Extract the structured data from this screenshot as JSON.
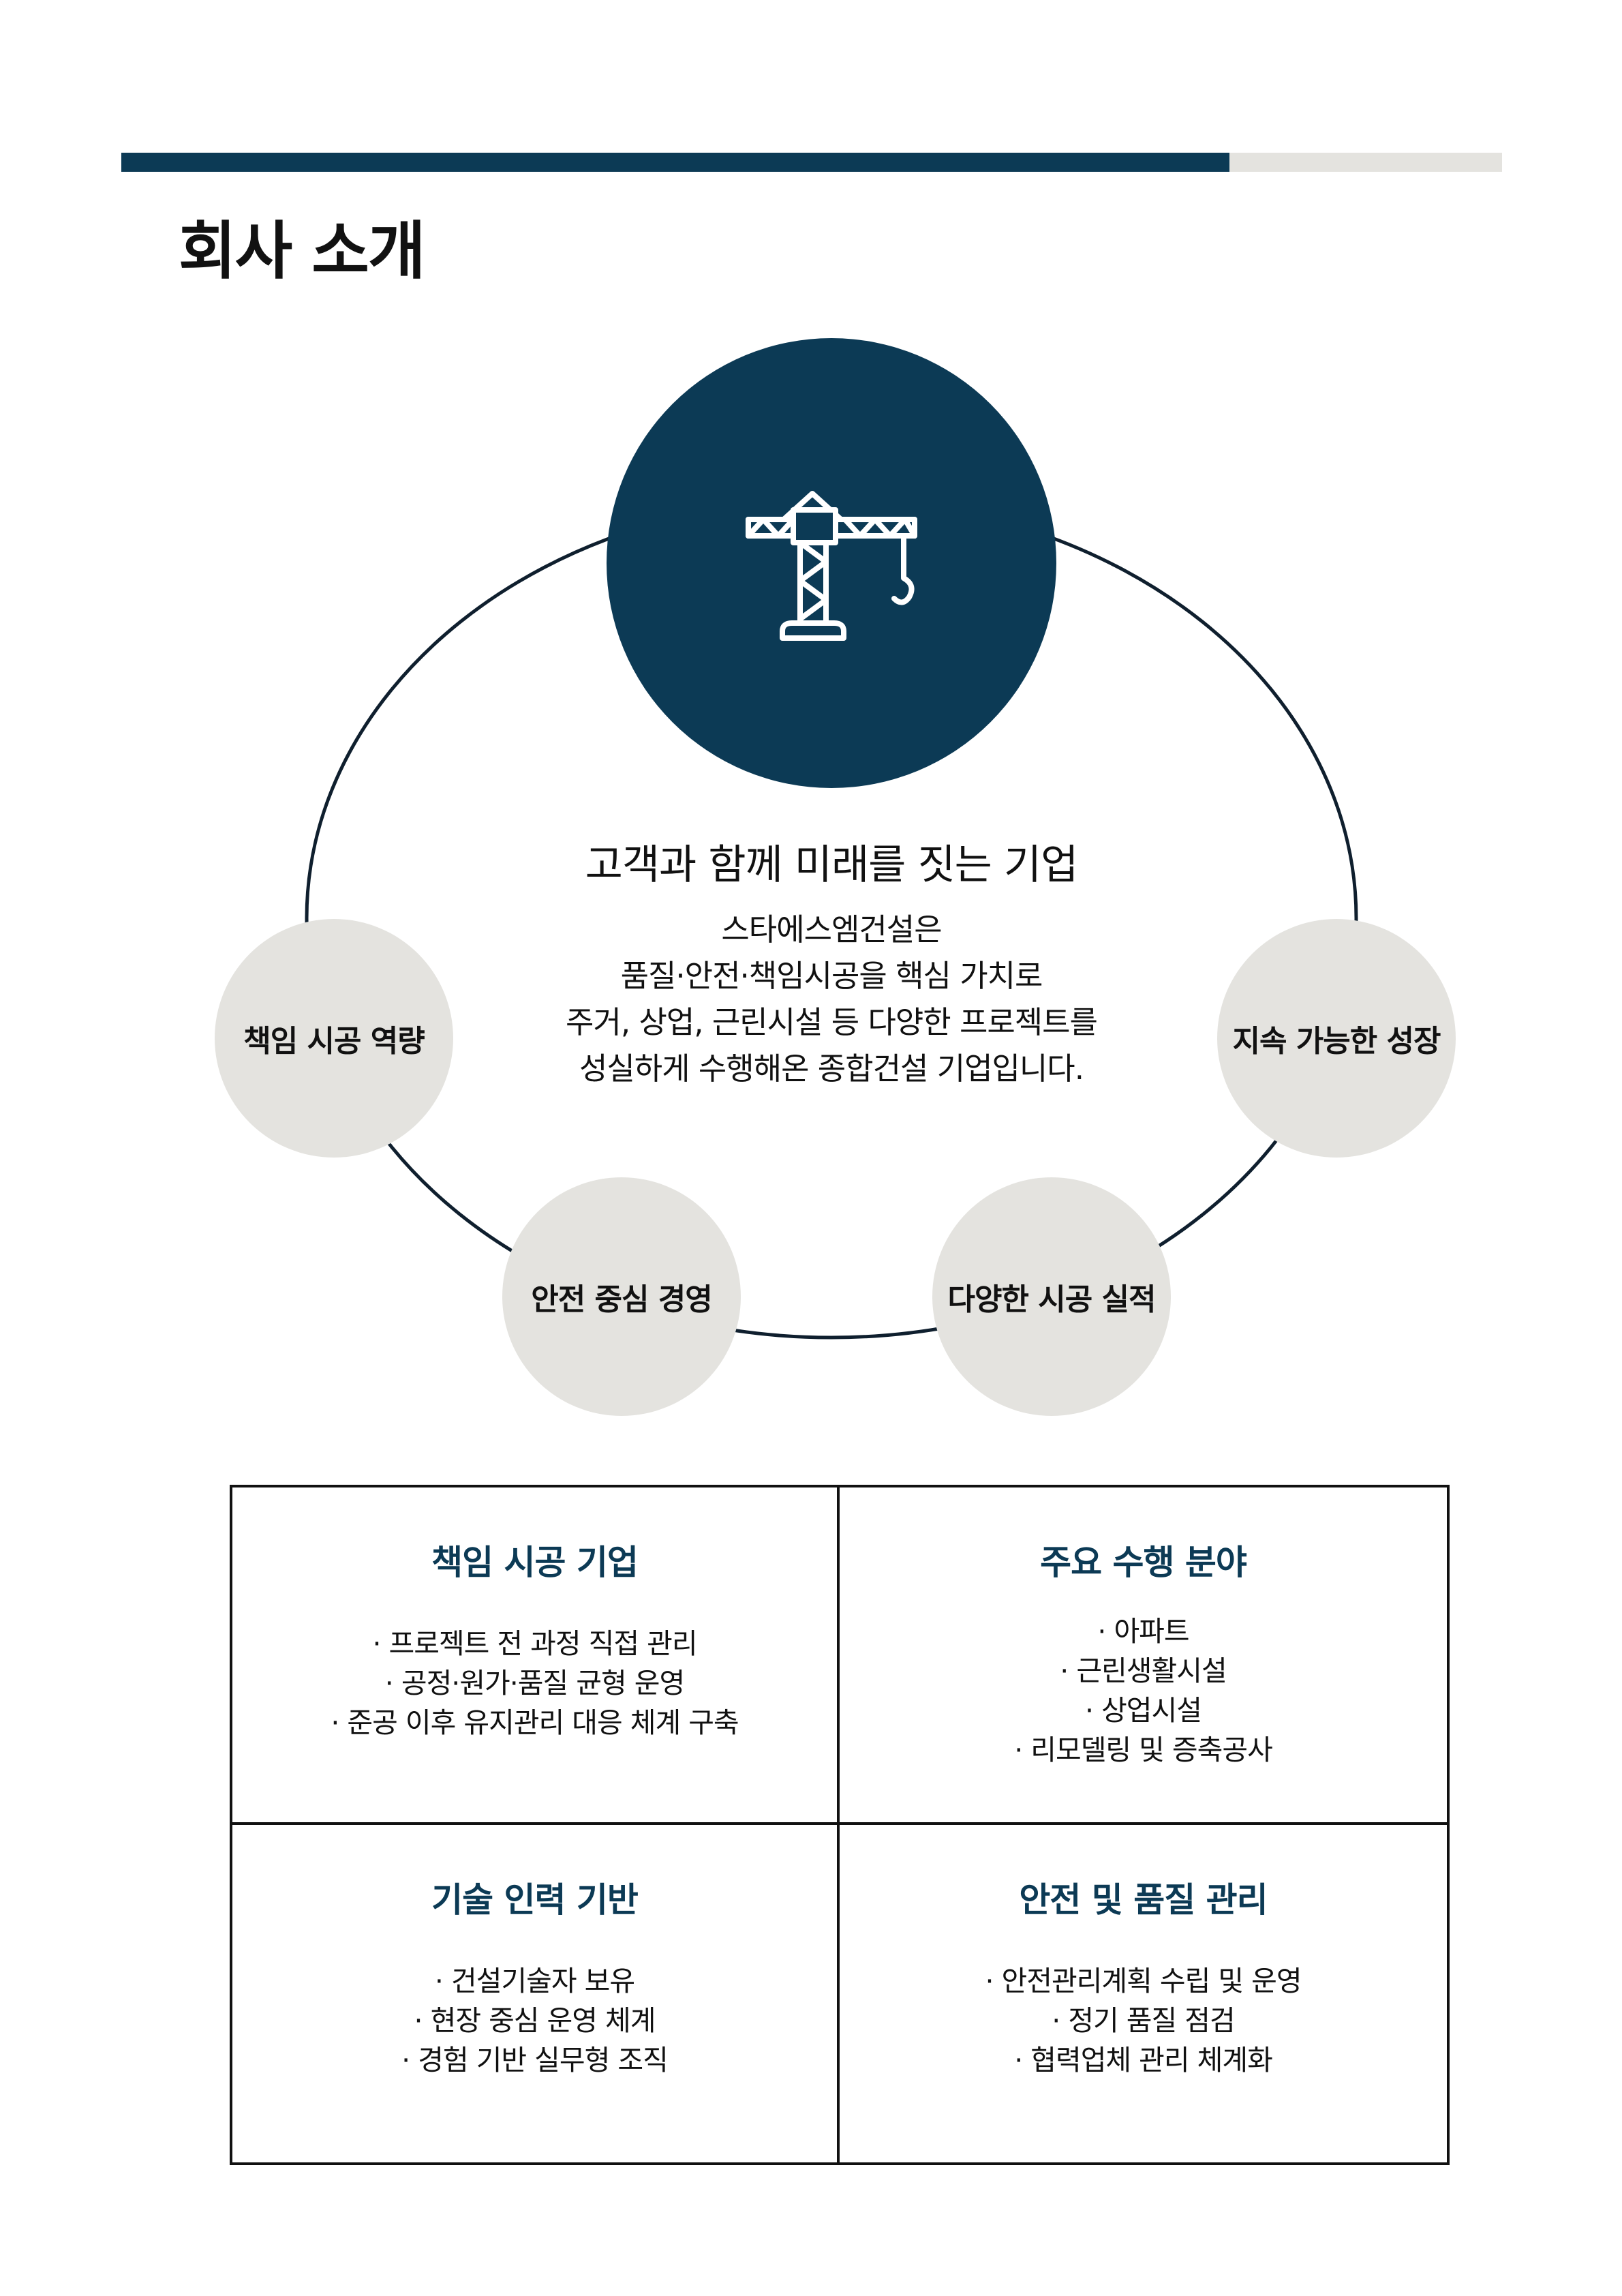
{
  "page": {
    "title": "회사 소개"
  },
  "colors": {
    "navy": "#0c3a55",
    "light_gray": "#e4e3df",
    "text": "#111111"
  },
  "center": {
    "icon": "tower-crane-icon",
    "heading": "고객과 함께 미래를 짓는 기업",
    "description": [
      "스타에스엠건설은",
      "품질·안전·책임시공을 핵심 가치로",
      "주거, 상업, 근린시설 등 다양한 프로젝트를",
      "성실하게 수행해온 종합건설 기업입니다."
    ]
  },
  "values": [
    "책임 시공 역량",
    "지속 가능한 성장",
    "안전 중심 경영",
    "다양한 시공 실적"
  ],
  "cards": [
    {
      "title": "책임 시공 기업",
      "items": [
        "· 프로젝트 전 과정 직접 관리",
        "· 공정·원가·품질 균형 운영",
        "· 준공 이후 유지관리 대응 체계 구축"
      ]
    },
    {
      "title": "주요 수행 분야",
      "items": [
        "· 아파트",
        "· 근린생활시설",
        "· 상업시설",
        "· 리모델링 및 증축공사"
      ]
    },
    {
      "title": "기술 인력 기반",
      "items": [
        "· 건설기술자 보유",
        "· 현장 중심 운영 체계",
        "· 경험 기반 실무형 조직"
      ]
    },
    {
      "title": "안전 및 품질 관리",
      "items": [
        "· 안전관리계획 수립 및 운영",
        "· 정기 품질 점검",
        "· 협력업체 관리 체계화"
      ]
    }
  ]
}
